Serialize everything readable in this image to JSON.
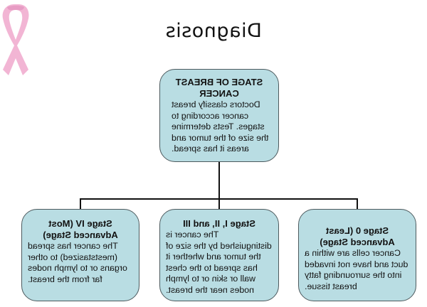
{
  "page": {
    "title": "Diagnosis",
    "mirrored": true
  },
  "icons": {
    "ribbon": "pink-awareness-ribbon",
    "ribbon_color": "#f2b5d4",
    "ribbon_shade": "#e79cc4"
  },
  "colors": {
    "box_fill": "#b9dde3",
    "box_border": "#4d5a5e",
    "connector": "#111111"
  },
  "diagram": {
    "root": {
      "heading": "STAGE OF BREAST CANCER",
      "body": "Doctors classify breast cancer according to stages. Tests determine the size of the tumor and areas it has spread."
    },
    "children": [
      {
        "heading": "Stage 0 (Least Advanced Stage)",
        "body": "Cancer cells are within a duct and have not invaded into the surrounding fatty breast tissue."
      },
      {
        "heading": "Stage I, II, and III",
        "body": "The cancer is distinguished by the size of the tumor and whether it has spread to the chest wall or skin or to lymph nodes near the breast."
      },
      {
        "heading": "Stage IV (Most Advanced Stage)",
        "body": "The cancer has spread (meststasized) to other organs or to lymph nodes far from the breast."
      }
    ]
  }
}
